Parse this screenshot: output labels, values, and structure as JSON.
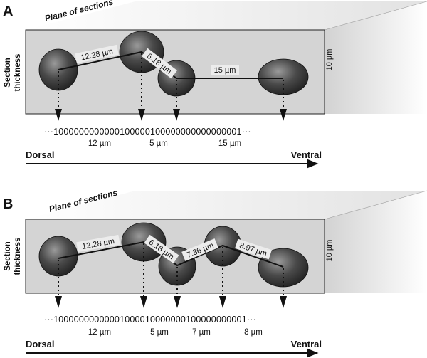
{
  "colors": {
    "box_front": "#d6d6d6",
    "box_side": "#ececec",
    "cell_dark": "#333333",
    "cell_light": "#8a8a8a",
    "line": "#111111"
  },
  "panels": [
    {
      "letter": "A",
      "plane_label": "Plane of sections",
      "thickness_label": [
        "Section",
        "thickness"
      ],
      "thickness_value": "10 µm",
      "distances": [
        "12.28 µm",
        "6.18 µm",
        "15 µm"
      ],
      "sequence": "···1000000000000100000100000000000000001···",
      "intervals": [
        "12 µm",
        "5 µm",
        "15 µm"
      ],
      "dorsal": "Dorsal",
      "ventral": "Ventral"
    },
    {
      "letter": "B",
      "plane_label": "Plane of sections",
      "thickness_label": [
        "Section",
        "thickness"
      ],
      "thickness_value": "10 µm",
      "distances": [
        "12.28 µm",
        "6.18 µm",
        "7.36 µm",
        "8.97 µm"
      ],
      "sequence": "···10000000000001000010000000100000000001···",
      "intervals": [
        "12 µm",
        "5 µm",
        "7 µm",
        "8 µm"
      ],
      "dorsal": "Dorsal",
      "ventral": "Ventral"
    }
  ]
}
